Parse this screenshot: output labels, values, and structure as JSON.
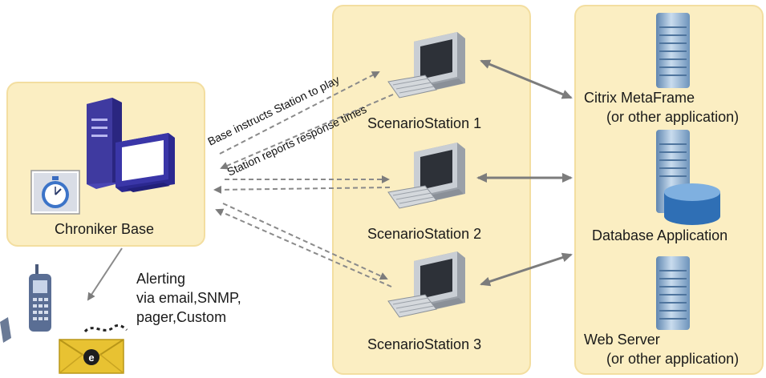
{
  "base": {
    "label": "Chroniker Base"
  },
  "stations": [
    {
      "label": "ScenarioStation 1"
    },
    {
      "label": "ScenarioStation 2"
    },
    {
      "label": "ScenarioStation 3"
    }
  ],
  "apps": {
    "citrix": {
      "line1": "Citrix MetaFrame",
      "line2": "(or other application)"
    },
    "database": {
      "line1": "Database Application"
    },
    "web": {
      "line1": "Web Server",
      "line2": "(or other application)"
    }
  },
  "arrows": {
    "instruct": "Base instructs Station to play",
    "report": "Station reports response times"
  },
  "alerting": {
    "line1": "Alerting",
    "line2": "via email,SNMP,",
    "line3": "pager,Custom"
  },
  "colors": {
    "panel_fill": "#fbeec2",
    "panel_border": "#f3dea0",
    "arrow_gray": "#7c7c7c",
    "server_blue": "#7da3c8",
    "server_purple": "#3f3aa0",
    "email_yellow": "#e8c232"
  },
  "icons": {
    "server": "server-tower-icon",
    "computer": "desktop-computer-icon",
    "database": "database-cylinder-icon",
    "stopwatch": "stopwatch-icon",
    "phone": "cell-phone-icon",
    "email": "email-envelope-icon"
  }
}
